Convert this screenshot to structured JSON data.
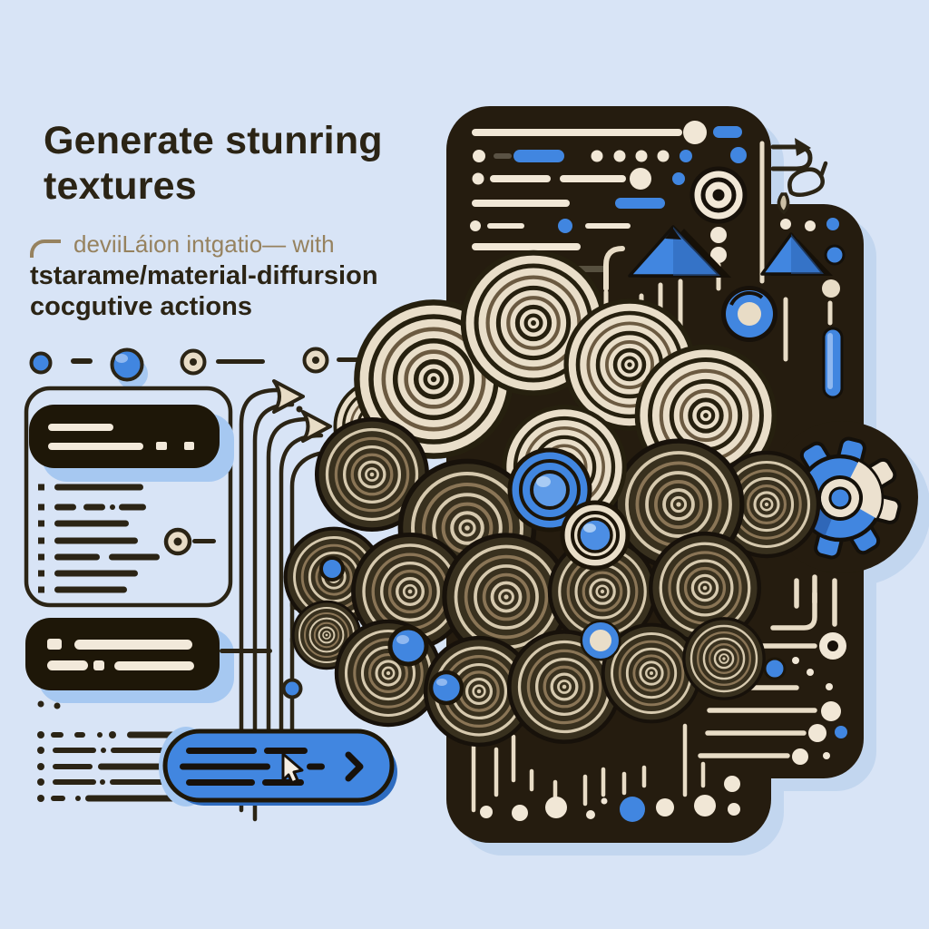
{
  "title": {
    "line1": "Generate stunring",
    "line2": "textures"
  },
  "subtitle": {
    "tagline": "deviiLáion intgatio— with",
    "line1": "tstarame/material-diffursion",
    "line2": "cocgutive actions"
  },
  "colors": {
    "background": "#d8e4f6",
    "ink": "#2b2415",
    "panel_dark": "#251c0f",
    "cream": "#e8dcc6",
    "accent_blue": "#4186e0",
    "accent_blue_light": "#8fb8f0",
    "accent_blue_deep": "#2a5fae",
    "panel_shadow": "#c2d6ef",
    "card_shadow": "#a6c8f1",
    "tagline_tan": "#96825f"
  },
  "icons": {
    "curve-bracket-icon": "rounded corner stroke",
    "bullseye-icon": "concentric target circles",
    "mountain-icon": "blue triangle peak",
    "spiral-icon": "blue ring swirl",
    "gear-icon": "blue cog wheel",
    "cursor-icon": "pointer arrow",
    "chevron-right-icon": "right chevron",
    "arrow-loop-icon": "curved return arrow",
    "flow-triangle-icon": "right-pointing hollow triangle",
    "chevron-blob-icon": "beige angle arrow"
  }
}
